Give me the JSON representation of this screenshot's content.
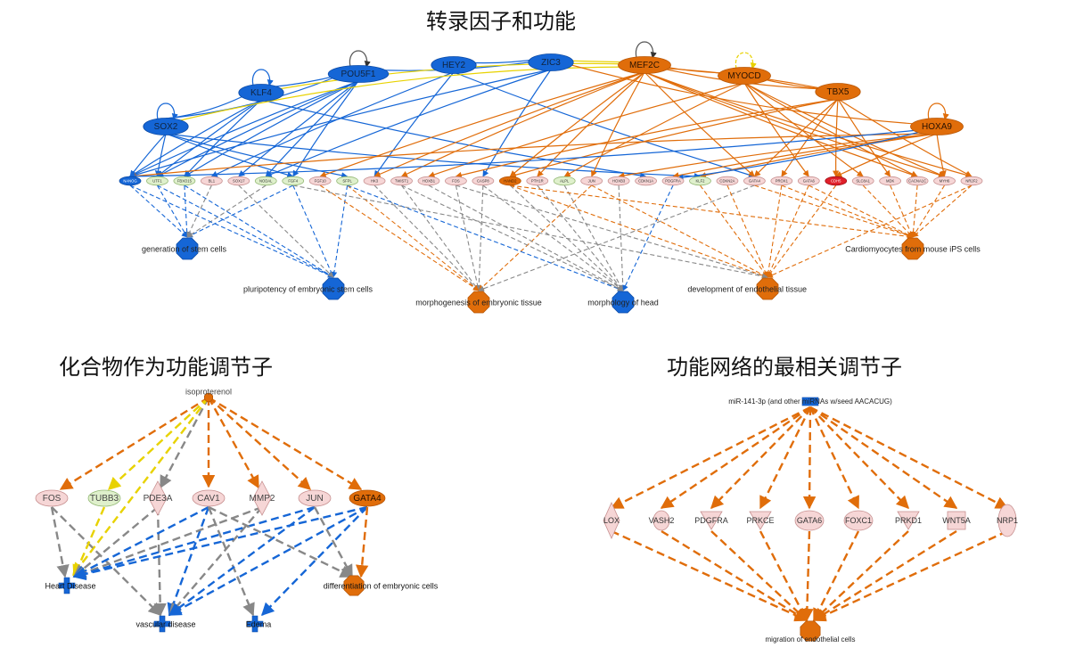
{
  "titles": {
    "top": "转录因子和功能",
    "bottom_left": "化合物作为功能调节子",
    "bottom_right": "功能网络的最相关调节子"
  },
  "colors": {
    "blue": "#1566d6",
    "orange": "#e06d0a",
    "pink": "#f6d6d6",
    "green": "#dff0cc",
    "yellow": "#e8d200",
    "gray": "#888888",
    "red": "#e0202a"
  },
  "top_network": {
    "regulators": [
      {
        "label": "POU5F1",
        "kind": "blue"
      },
      {
        "label": "HEY2",
        "kind": "blue"
      },
      {
        "label": "ZIC3",
        "kind": "blue"
      },
      {
        "label": "KLF4",
        "kind": "blue"
      },
      {
        "label": "SOX2",
        "kind": "blue"
      },
      {
        "label": "MEF2C",
        "kind": "orange"
      },
      {
        "label": "MYOCD",
        "kind": "orange"
      },
      {
        "label": "TBX5",
        "kind": "orange"
      },
      {
        "label": "HOXA9",
        "kind": "orange"
      }
    ],
    "targets": [
      {
        "label": "NANOG",
        "kind": "blue"
      },
      {
        "label": "UTF1",
        "kind": "green"
      },
      {
        "label": "FBXO15",
        "kind": "green"
      },
      {
        "label": "BL1",
        "kind": "pink"
      },
      {
        "label": "SOX17",
        "kind": "pink"
      },
      {
        "label": "NODAL",
        "kind": "green"
      },
      {
        "label": "FGF4",
        "kind": "green"
      },
      {
        "label": "FGF10",
        "kind": "pink"
      },
      {
        "label": "SFPL",
        "kind": "green"
      },
      {
        "label": "HK3",
        "kind": "pink"
      },
      {
        "label": "TWIST1",
        "kind": "pink"
      },
      {
        "label": "HOXB1",
        "kind": "pink"
      },
      {
        "label": "FOS",
        "kind": "pink"
      },
      {
        "label": "CASP8",
        "kind": "pink"
      },
      {
        "label": "HAND2",
        "kind": "orange"
      },
      {
        "label": "PTH1R",
        "kind": "pink"
      },
      {
        "label": "ALPL",
        "kind": "green"
      },
      {
        "label": "JUN",
        "kind": "pink"
      },
      {
        "label": "HOXB3",
        "kind": "pink"
      },
      {
        "label": "CDKN1A",
        "kind": "pink"
      },
      {
        "label": "PDGFRA",
        "kind": "pink"
      },
      {
        "label": "KLF2",
        "kind": "green"
      },
      {
        "label": "CDKN2A",
        "kind": "pink"
      },
      {
        "label": "GATA4",
        "kind": "pink"
      },
      {
        "label": "PROX1",
        "kind": "pink"
      },
      {
        "label": "GATA6",
        "kind": "pink"
      },
      {
        "label": "CDH5",
        "kind": "red"
      },
      {
        "label": "SLC8A1",
        "kind": "pink"
      },
      {
        "label": "MDK",
        "kind": "pink"
      },
      {
        "label": "CACNA1C",
        "kind": "pink"
      },
      {
        "label": "MYH6",
        "kind": "pink"
      },
      {
        "label": "NR2F2",
        "kind": "pink"
      }
    ],
    "functions": [
      {
        "label": "generation of stem cells",
        "kind": "blue"
      },
      {
        "label": "pluripotency of embryonic stem cells",
        "kind": "blue"
      },
      {
        "label": "morphogenesis of embryonic tissue",
        "kind": "orange"
      },
      {
        "label": "morphology of head",
        "kind": "blue"
      },
      {
        "label": "development of endothelial tissue",
        "kind": "orange"
      },
      {
        "label": "Cardiomyocytes from mouse iPS cells",
        "kind": "orange"
      }
    ]
  },
  "left_network": {
    "compound": "isoproterenol",
    "targets": [
      {
        "label": "FOS",
        "kind": "pink"
      },
      {
        "label": "TUBB3",
        "kind": "green"
      },
      {
        "label": "PDE3A",
        "kind": "pink"
      },
      {
        "label": "CAV1",
        "kind": "pink"
      },
      {
        "label": "MMP2",
        "kind": "pink"
      },
      {
        "label": "JUN",
        "kind": "pink"
      },
      {
        "label": "GATA4",
        "kind": "orange"
      }
    ],
    "functions": [
      {
        "label": "Heart Disease",
        "kind": "blue"
      },
      {
        "label": "vascular disease",
        "kind": "blue"
      },
      {
        "label": "Edema",
        "kind": "blue"
      },
      {
        "label": "differentiation of embryonic cells",
        "kind": "orange"
      }
    ]
  },
  "right_network": {
    "regulator": "miR-141-3p (and other miRNAs w/seed AACACUG)",
    "targets": [
      {
        "label": "LOX"
      },
      {
        "label": "VASH2"
      },
      {
        "label": "PDGFRA"
      },
      {
        "label": "PRKCE"
      },
      {
        "label": "GATA6"
      },
      {
        "label": "FOXC1"
      },
      {
        "label": "PRKD1"
      },
      {
        "label": "WNT5A"
      },
      {
        "label": "NRP1"
      }
    ],
    "function": "migration of endothelial cells"
  }
}
